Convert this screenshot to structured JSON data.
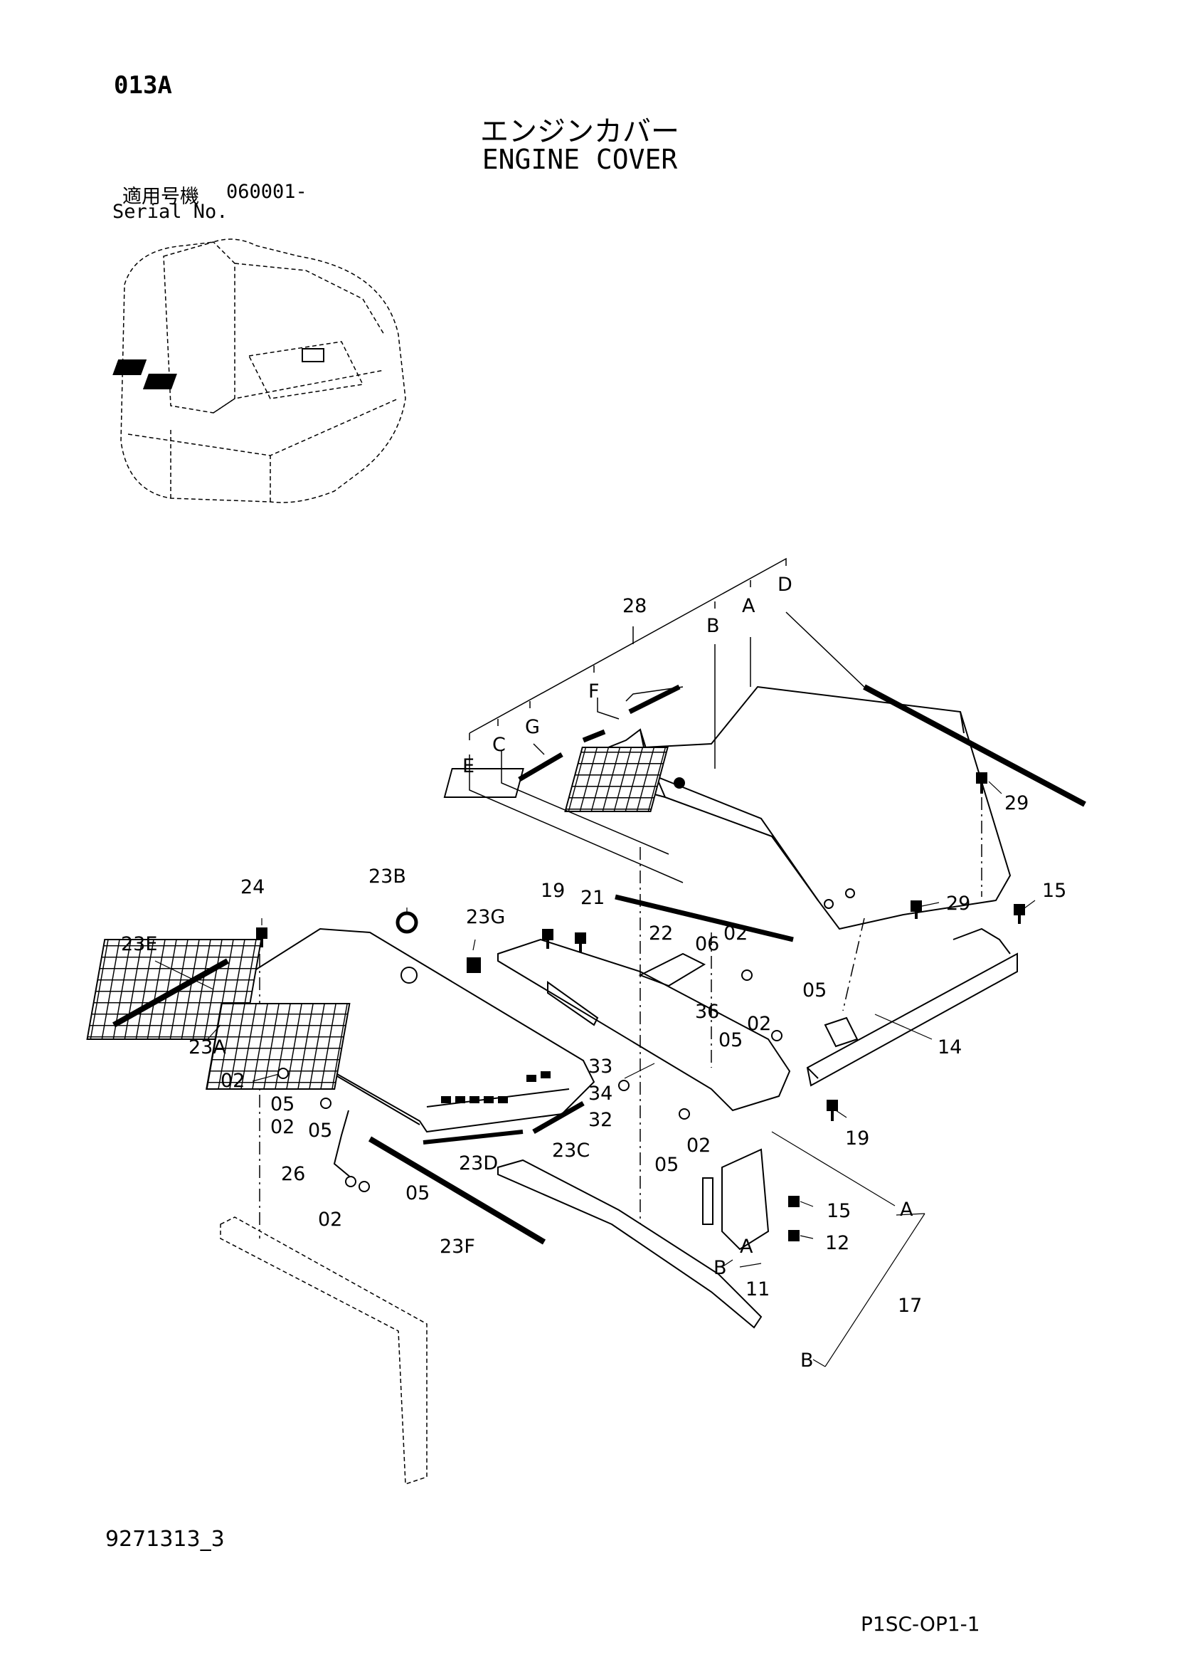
{
  "header": {
    "page_code": "013A",
    "title_jp": "エンジンカバー",
    "title_en": "ENGINE COVER",
    "serial_label_jp": "適用号機",
    "serial_value": "060001-",
    "serial_label_en": "Serial No."
  },
  "footer": {
    "doc_number": "9271313_3",
    "sheet_code": "P1SC-OP1-1"
  },
  "callouts": [
    {
      "id": "c28",
      "label": "28"
    },
    {
      "id": "cB-top",
      "label": "B"
    },
    {
      "id": "cA-top",
      "label": "A"
    },
    {
      "id": "cD-top",
      "label": "D"
    },
    {
      "id": "cF",
      "label": "F"
    },
    {
      "id": "cG",
      "label": "G"
    },
    {
      "id": "cC",
      "label": "C"
    },
    {
      "id": "cE",
      "label": "E"
    },
    {
      "id": "c29a",
      "label": "29"
    },
    {
      "id": "c29b",
      "label": "29"
    },
    {
      "id": "c15a",
      "label": "15"
    },
    {
      "id": "c24",
      "label": "24"
    },
    {
      "id": "c23B",
      "label": "23B"
    },
    {
      "id": "c23G",
      "label": "23G"
    },
    {
      "id": "c19a",
      "label": "19"
    },
    {
      "id": "c21",
      "label": "21"
    },
    {
      "id": "c22",
      "label": "22"
    },
    {
      "id": "c06",
      "label": "06"
    },
    {
      "id": "c02a",
      "label": "02"
    },
    {
      "id": "c05a",
      "label": "05"
    },
    {
      "id": "c23E",
      "label": "23E"
    },
    {
      "id": "c36",
      "label": "36"
    },
    {
      "id": "c05b",
      "label": "05"
    },
    {
      "id": "c02b",
      "label": "02"
    },
    {
      "id": "c14",
      "label": "14"
    },
    {
      "id": "c23A",
      "label": "23A"
    },
    {
      "id": "c02c",
      "label": "02"
    },
    {
      "id": "c05c",
      "label": "05"
    },
    {
      "id": "c33",
      "label": "33"
    },
    {
      "id": "c34",
      "label": "34"
    },
    {
      "id": "c32",
      "label": "32"
    },
    {
      "id": "c02d",
      "label": "02"
    },
    {
      "id": "c05d",
      "label": "05"
    },
    {
      "id": "c23C",
      "label": "23C"
    },
    {
      "id": "c19b",
      "label": "19"
    },
    {
      "id": "c23D",
      "label": "23D"
    },
    {
      "id": "c02e",
      "label": "02"
    },
    {
      "id": "c05e",
      "label": "05"
    },
    {
      "id": "c26",
      "label": "26"
    },
    {
      "id": "c05f",
      "label": "05"
    },
    {
      "id": "c02f",
      "label": "02"
    },
    {
      "id": "cA-mid",
      "label": "A"
    },
    {
      "id": "c15b",
      "label": "15"
    },
    {
      "id": "c12",
      "label": "12"
    },
    {
      "id": "c23F",
      "label": "23F"
    },
    {
      "id": "cA-low",
      "label": "A"
    },
    {
      "id": "cB-low",
      "label": "B"
    },
    {
      "id": "c11",
      "label": "11"
    },
    {
      "id": "c17",
      "label": "17"
    },
    {
      "id": "cB-bot",
      "label": "B"
    }
  ]
}
